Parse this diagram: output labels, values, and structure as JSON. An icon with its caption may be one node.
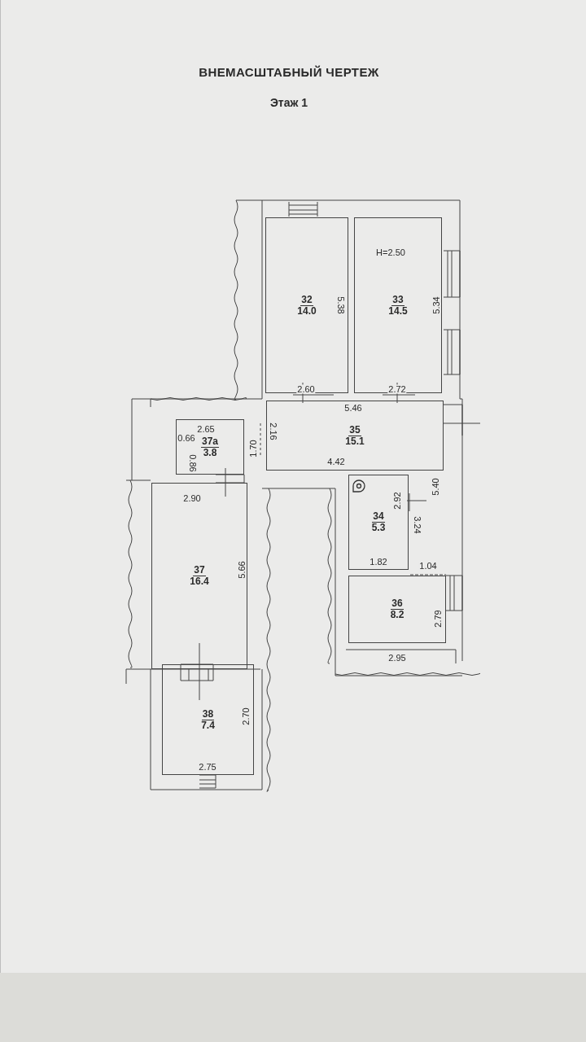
{
  "diagram": {
    "title": "ВНЕМАСШТАБНЫЙ ЧЕРТЕЖ",
    "nodes": [
      {
        "text": [
          "32",
          "14.0"
        ]
      },
      {
        "text": [
          "33",
          "14.5"
        ]
      },
      {
        "text": [
          "35",
          "15.1"
        ]
      },
      {
        "text": [
          "37а",
          "3.8"
        ]
      },
      {
        "text": [
          "34",
          "5.3"
        ]
      },
      {
        "text": [
          "37",
          "16.4"
        ]
      },
      {
        "text": [
          "36",
          "8.2"
        ]
      },
      {
        "text": [
          "38",
          "7.4"
        ]
      }
    ],
    "labels": [
      "Этаж 1",
      "H=2.50",
      "5.38",
      "5.34",
      "2.60",
      "2.72",
      "5.46",
      "2.65",
      "0.66",
      "2.16",
      "1.70",
      "4.42",
      "0.86",
      "2.90",
      "5.40",
      "2.92",
      "3.24",
      "1.82",
      "1.04",
      "5.66",
      "2.79",
      "2.95",
      "2.70",
      "2.75"
    ]
  }
}
